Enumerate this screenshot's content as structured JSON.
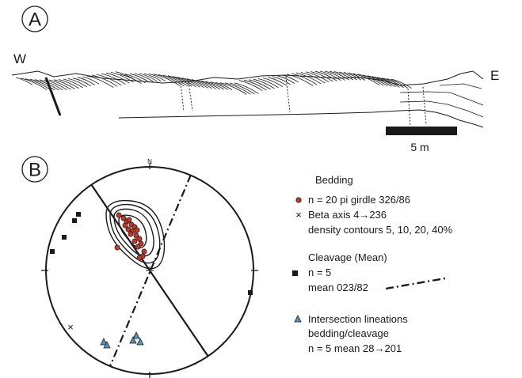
{
  "panel_a": {
    "letter": "A",
    "left_label": "W",
    "right_label": "E",
    "scale_label": "5 m"
  },
  "panel_b": {
    "letter": "B",
    "north_label": "N",
    "legend": {
      "bedding": {
        "title": "Bedding",
        "line1": "n = 20  pi girdle 326/86",
        "line2": "Beta axis  4→236",
        "line3": "density contours 5, 10, 20, 40%",
        "beta_marker": "×"
      },
      "cleavage": {
        "title": "Cleavage (Mean)",
        "line1": "n = 5",
        "line2": "mean 023/82"
      },
      "lineation": {
        "title": "Intersection lineations",
        "line1": "bedding/cleavage",
        "line2": "n = 5    mean 28→201"
      }
    },
    "colors": {
      "pole_fill": "#c0392b",
      "lineation_fill": "#5b8fb0",
      "ink": "#1a1a1a"
    }
  }
}
